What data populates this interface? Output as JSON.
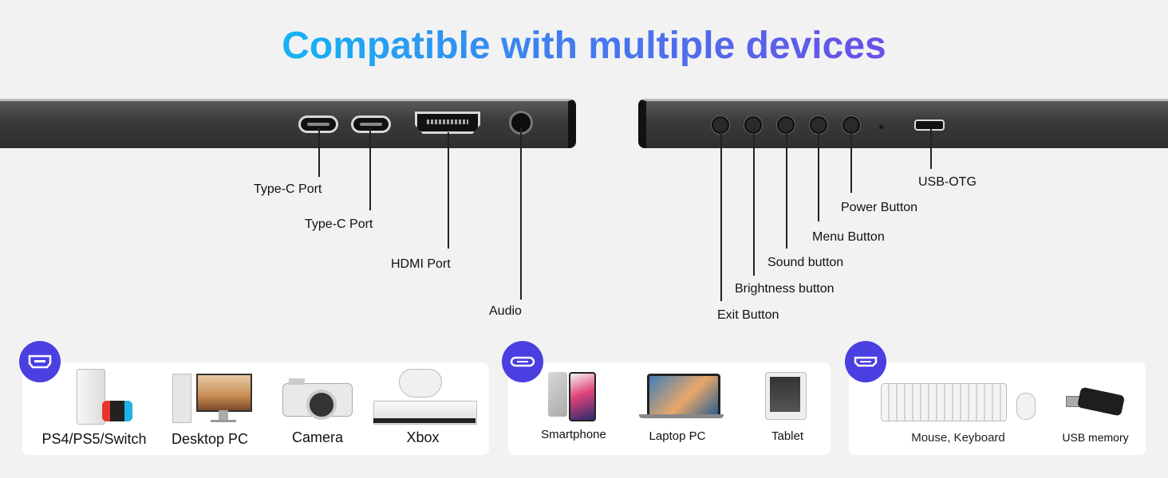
{
  "title": "Compatible with multiple devices",
  "ports_left": {
    "typec1": "Type-C Port",
    "typec2": "Type-C Port",
    "hdmi": "HDMI Port",
    "audio": "Audio"
  },
  "ports_right": {
    "exit": "Exit Button",
    "brightness": "Brightness button",
    "sound": "Sound button",
    "menu": "Menu Button",
    "power": "Power Button",
    "usbotg": "USB-OTG"
  },
  "groups": {
    "hdmi_devices": [
      "PS4/PS5/Switch",
      "Desktop PC",
      "Camera",
      "Xbox"
    ],
    "typec_devices": [
      "Smartphone",
      "Laptop PC",
      "Tablet"
    ],
    "otg_devices": [
      "Mouse, Keyboard",
      "USB memory"
    ]
  },
  "icons": {
    "group1": "hdmi-icon",
    "group2": "usb-c-icon",
    "group3": "micro-usb-icon"
  },
  "colors": {
    "badge": "#4a3fe0",
    "title_start": "#14b4f4",
    "title_end": "#6a4fe8"
  }
}
